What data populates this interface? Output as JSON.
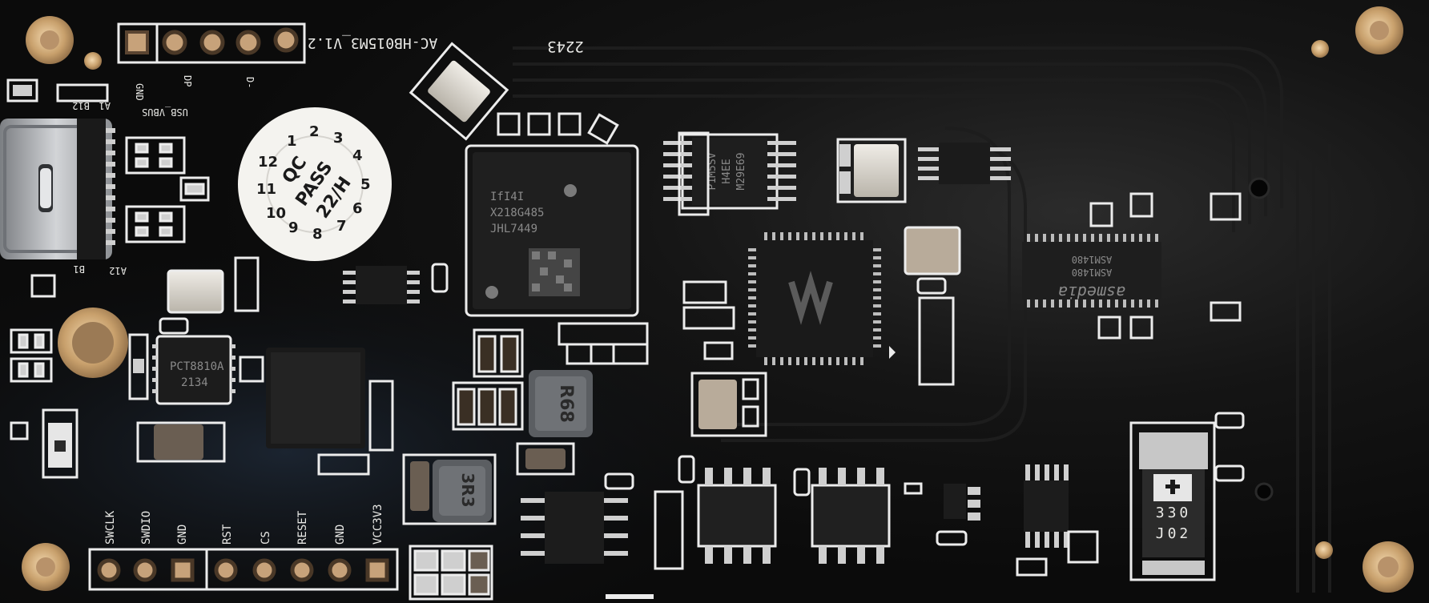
{
  "board": {
    "name": "AC-HB015M3_V1.2",
    "batch": "2243"
  },
  "top_header_labels": {
    "pin_a": "GND",
    "pin_b": "DP",
    "pin_c": "D-",
    "usb_net": "USB_VBUS",
    "a1": "A1",
    "b12": "B12",
    "b1": "B1",
    "a12": "A12"
  },
  "qc_seal": {
    "line1": "QC",
    "line2": "PASS",
    "line3": "22/H",
    "dial": [
      "1",
      "2",
      "3",
      "4",
      "5",
      "6",
      "7",
      "8",
      "9",
      "10",
      "11",
      "12"
    ]
  },
  "chips": {
    "mem_line1": "IfI4I",
    "mem_line2": "X218G485",
    "mem_line3": "JHL7449",
    "pwr_ic_line1": "PCT8810A",
    "pwr_ic_line2": "2134",
    "inductor_1": "R68",
    "inductor_2": "3R3",
    "soic_line1": "P1M5SV",
    "soic_line2": "H4EE",
    "soic_line3": "M29E69",
    "bridge_brand": "asmedia",
    "bridge_line1": "ASM1480",
    "bridge_line2": "ASM1480",
    "tant_cap_line1": "330",
    "tant_cap_line2": "J02"
  },
  "bottom_header_labels": [
    "SWCLK",
    "SWDIO",
    "GND",
    "RST",
    "CS",
    "RESET",
    "GND",
    "VCC3V3"
  ]
}
